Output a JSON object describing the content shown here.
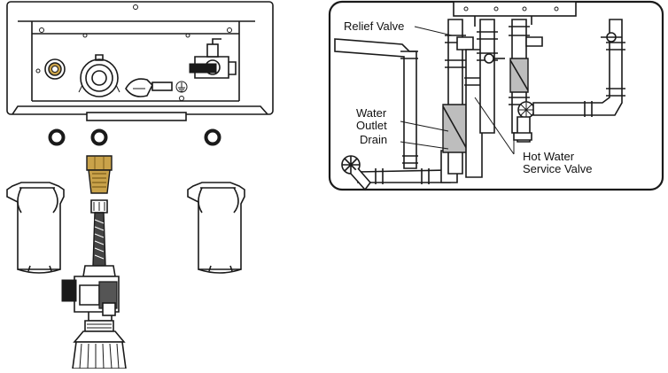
{
  "labels": {
    "relief_valve": "Relief Valve",
    "water_outlet_line1": "Water",
    "water_outlet_line2": "Outlet",
    "drain": "Drain",
    "hot_water_line1": "Hot Water",
    "hot_water_line2": "Service Valve"
  },
  "colors": {
    "line": "#1a1a1a",
    "fitting_brass": "#c9a24a",
    "fitting_shadow": "#8a6a23",
    "pipe_gray": "#bdbdbd",
    "background": "#ffffff"
  }
}
